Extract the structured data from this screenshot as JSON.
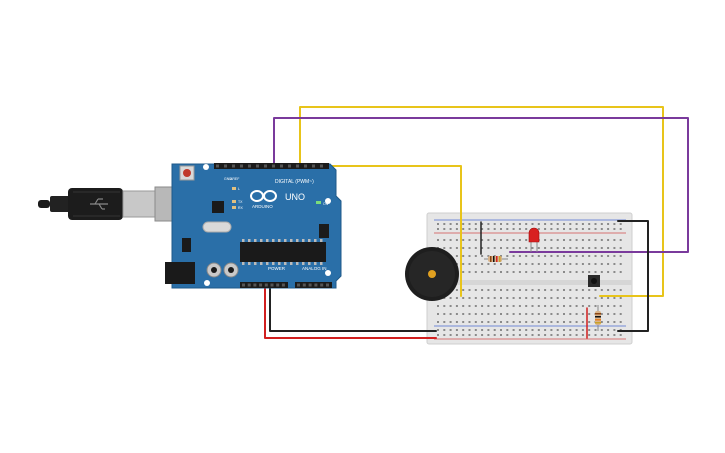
{
  "board": {
    "logo_text": "UNO",
    "brand_text": "ARDUINO",
    "digital_header_label": "DIGITAL (PWM~)",
    "power_header_label": "POWER",
    "analog_header_label": "ANALOG IN",
    "tx_label": "TX",
    "rx_label": "RX",
    "l_label": "L",
    "on_label": "ON",
    "aref_label": "AREF",
    "gnd_label": "GND"
  },
  "colors": {
    "board": "#2a6fa8",
    "board_edge": "#1f5a8a",
    "wire_yellow": "#e8c41a",
    "wire_purple": "#7a3a9c",
    "wire_black": "#222222",
    "wire_red": "#d11f1f",
    "breadboard": "#e9e9e9",
    "rail_red": "#d14a4a",
    "rail_blue": "#4a6ad1",
    "led_red": "#d82020"
  },
  "components": {
    "usb_cable": "usb-cable",
    "arduino": "arduino-uno",
    "breadboard": "breadboard",
    "buzzer": "piezo-buzzer",
    "led": "red-led",
    "resistor_led": "resistor",
    "resistor_button": "resistor",
    "pushbutton": "pushbutton"
  }
}
